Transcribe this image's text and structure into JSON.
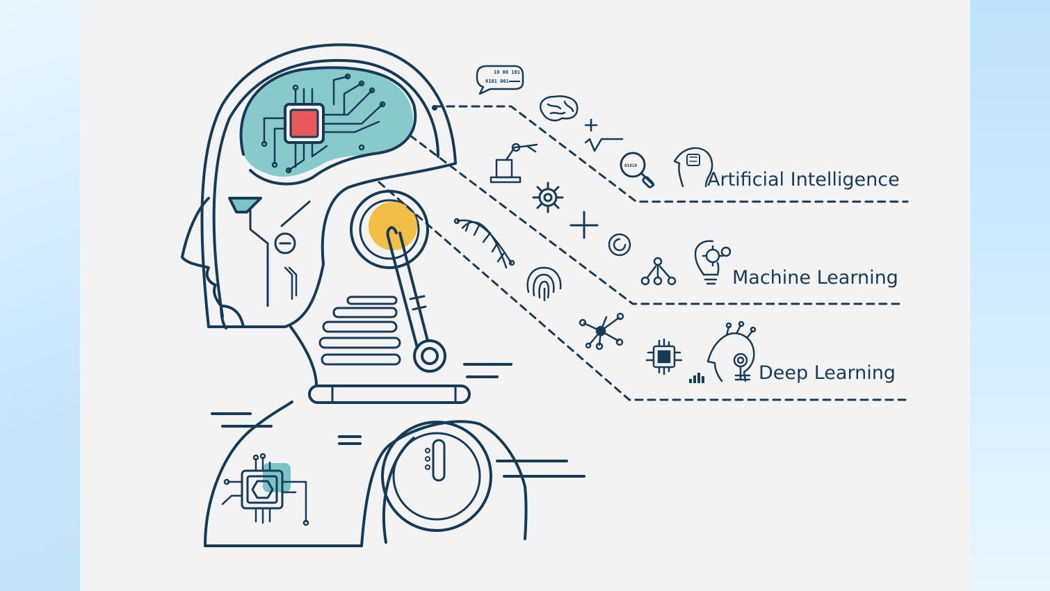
{
  "categories": [
    {
      "label": "Artificial Intelligence"
    },
    {
      "label": "Machine Learning"
    },
    {
      "label": "Deep Learning"
    }
  ],
  "speech_bubble": {
    "line1": "10 00 101",
    "line2": "0101 001"
  },
  "magnifier_text": "01010",
  "colors": {
    "outline": "#163a58",
    "brain_fill": "#7cc4c4",
    "chip_core": "#e8575a",
    "joint_fill": "#f2be45",
    "panel_bg": "#f3f3f3"
  },
  "icons": [
    "speech-bubble-icon",
    "brain-icon",
    "math-icon",
    "magnifier-icon",
    "ai-head-icon",
    "robot-arm-icon",
    "gear-icon",
    "plus-icon",
    "target-icon",
    "hierarchy-icon",
    "bulb-gears-icon",
    "dna-icon",
    "fingerprint-icon",
    "network-icon",
    "chip-icon",
    "bar-chart-icon",
    "cyborg-head-icon"
  ]
}
